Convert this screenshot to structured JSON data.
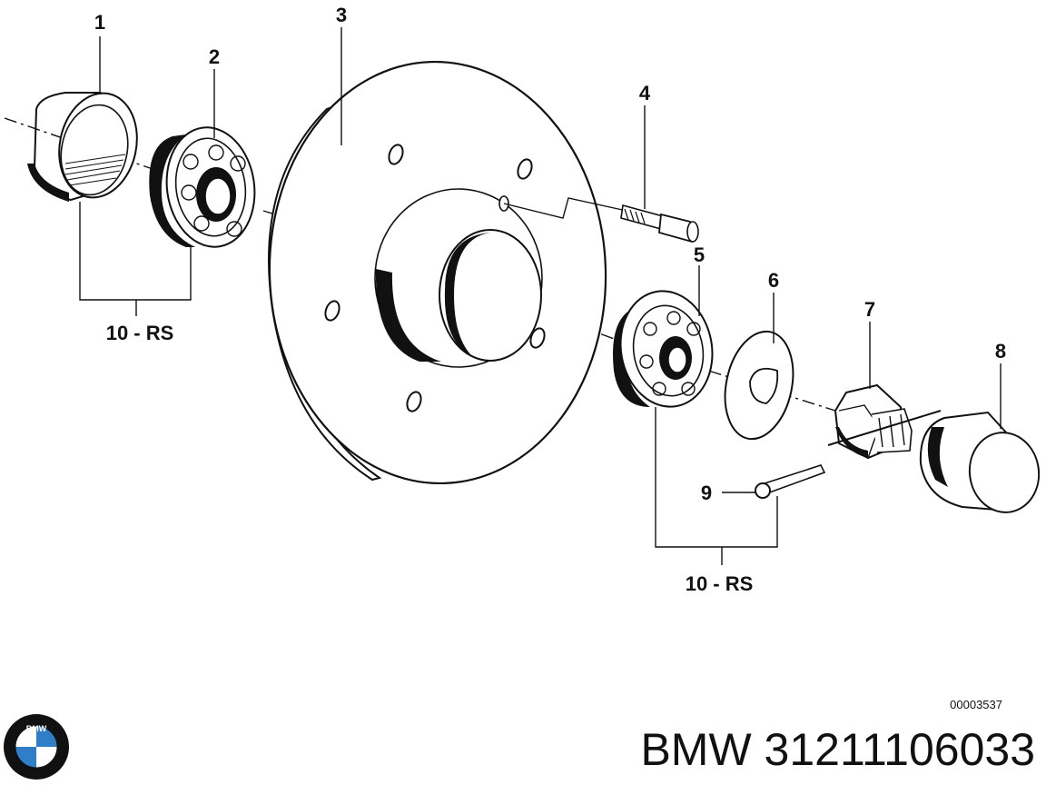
{
  "diagram": {
    "callouts": [
      {
        "id": "1",
        "label": "1"
      },
      {
        "id": "2",
        "label": "2"
      },
      {
        "id": "3",
        "label": "3"
      },
      {
        "id": "4",
        "label": "4"
      },
      {
        "id": "5",
        "label": "5"
      },
      {
        "id": "6",
        "label": "6"
      },
      {
        "id": "7",
        "label": "7"
      },
      {
        "id": "8",
        "label": "8"
      },
      {
        "id": "9",
        "label": "9"
      }
    ],
    "group_labels": [
      "10 - RS",
      "10 - RS"
    ],
    "reference_code": "00003537"
  },
  "footer": {
    "brand_logo": "bmw-roundel-logo",
    "logo_text": "BMW",
    "part_number_text": "BMW 31211106033"
  }
}
